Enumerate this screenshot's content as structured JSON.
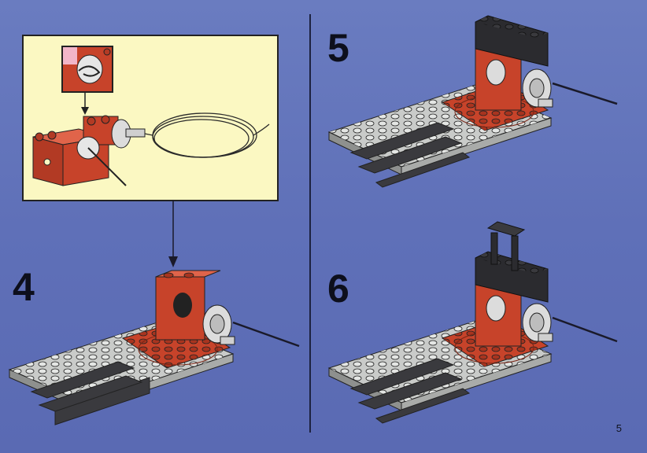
{
  "steps": [
    {
      "label": "4"
    },
    {
      "label": "5"
    },
    {
      "label": "6"
    }
  ],
  "page_number": "5",
  "colors": {
    "background": "#6272ba",
    "red_brick": "#c7432a",
    "grey_plate": "#c9cbc9",
    "dark_brick": "#2b2b2f",
    "inset_background": "#fbf8c2"
  }
}
